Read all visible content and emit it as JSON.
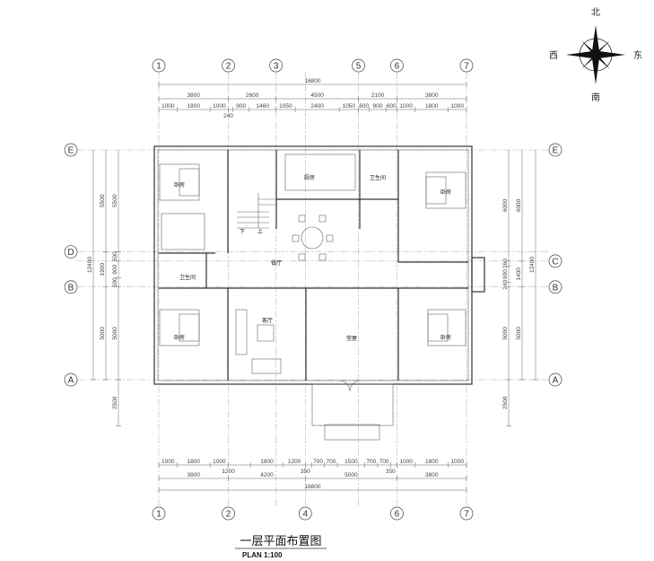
{
  "compass": {
    "north": "北",
    "south": "南",
    "east": "东",
    "west": "西",
    "colors": {
      "ink": "#222222"
    }
  },
  "axes": {
    "top": [
      "1",
      "2",
      "3",
      "5",
      "6",
      "7"
    ],
    "bottom": [
      "1",
      "2",
      "4",
      "6",
      "7"
    ],
    "left": [
      "E",
      "D",
      "B",
      "A"
    ],
    "right": [
      "E",
      "C",
      "B",
      "A"
    ]
  },
  "dimensions": {
    "top_total": [
      16800
    ],
    "top_axis": [
      3800,
      2600,
      4500,
      2100,
      3800
    ],
    "top_detail": [
      1000,
      1800,
      1000,
      240,
      900,
      1460,
      1050,
      2400,
      1050,
      600,
      900,
      600,
      1000,
      1800,
      1000
    ],
    "bottom_detail": [
      1000,
      1800,
      1000,
      1200,
      1800,
      1200,
      350,
      700,
      700,
      1500,
      700,
      700,
      350,
      1000,
      1800,
      1000
    ],
    "bottom_axis": [
      3800,
      4200,
      5000,
      3800
    ],
    "bottom_total": [
      16800
    ],
    "left_total": [
      12400
    ],
    "left_axis": [
      5500,
      1900,
      5000
    ],
    "left_detail": [
      5500,
      500,
      900,
      500,
      5000,
      2500
    ],
    "right_detail": [
      6000,
      260,
      900,
      240,
      5000,
      2500
    ],
    "right_axis": [
      6000,
      1400,
      5000
    ],
    "right_total": [
      12400
    ]
  },
  "rooms": {
    "bedroom_nw": "卧房",
    "bedroom_ne": "卧房",
    "bedroom_sw": "卧房",
    "bedroom_se": "卧房",
    "kitchen": "厨房",
    "bathroom_n": "卫生间",
    "bathroom_w": "卫生间",
    "dining": "餐厅",
    "living": "客厅",
    "hall": "堂屋",
    "stair_down": "下",
    "stair_up": "上"
  },
  "title": {
    "main": "一层平面布置图",
    "sub": "PLAN 1:100"
  }
}
